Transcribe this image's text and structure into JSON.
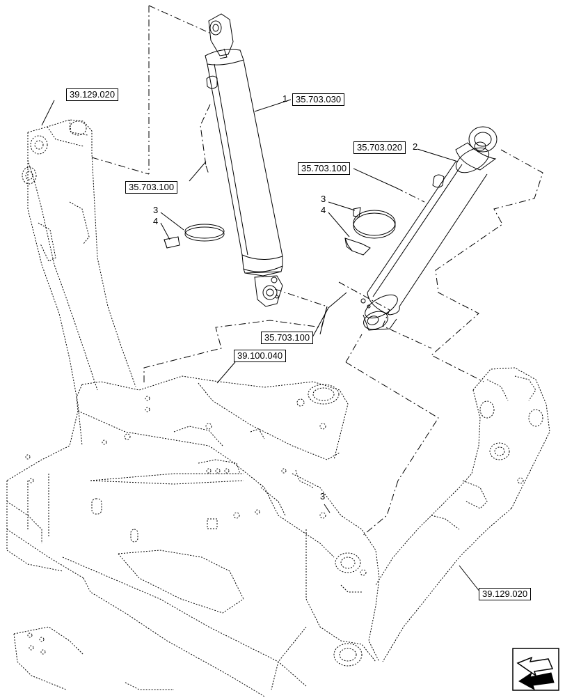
{
  "references": {
    "r39129020_top": "39.129.020",
    "r35703030": "35.703.030",
    "r35703020": "35.703.020",
    "r35703100_a": "35.703.100",
    "r35703100_b": "35.703.100",
    "r35703100_c": "35.703.100",
    "r39100040": "39.100.040",
    "r39129020_bottom": "39.129.020"
  },
  "callouts": {
    "c1": "1",
    "c2": "2",
    "c3_left": "3",
    "c4_left": "4",
    "c3_right": "3",
    "c4_right": "4",
    "c3_frame": "3"
  },
  "icons": {
    "navigation": "next-page-arrow-icon"
  }
}
